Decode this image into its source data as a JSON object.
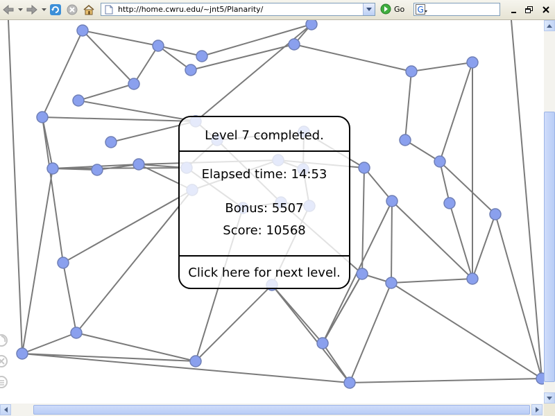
{
  "toolbar": {
    "url": "http://home.cwru.edu/~jnt5/Planarity/",
    "go_label": "Go",
    "search_value": ""
  },
  "dialog": {
    "title": "Level 7 completed.",
    "elapsed": "Elapsed time: 14:53",
    "bonus": "Bonus: 5507",
    "score": "Score: 10568",
    "next": "Click here for next level."
  },
  "colors": {
    "node_fill": "#8aa0ee",
    "node_stroke": "#6f7fb6",
    "edge": "#7a7a7a",
    "dialog_border": "#000000"
  }
}
